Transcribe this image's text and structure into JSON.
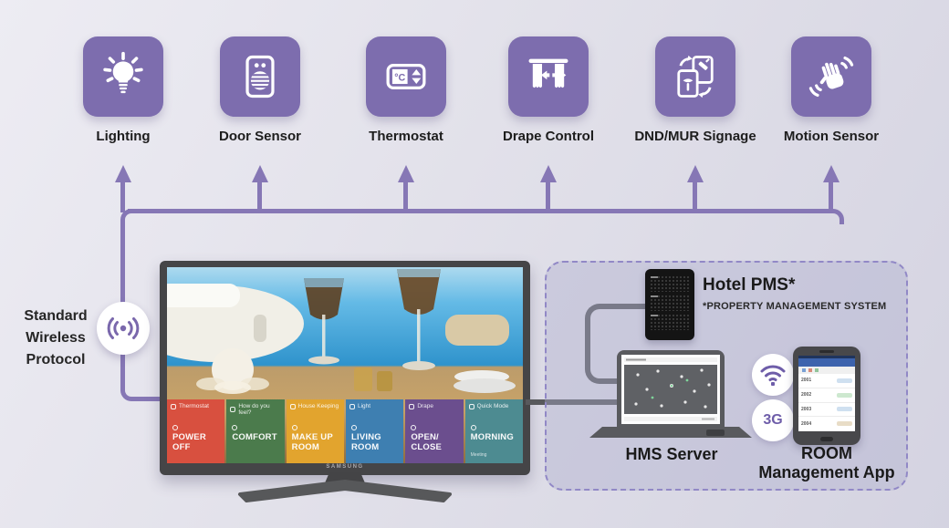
{
  "devices": [
    {
      "id": "lighting",
      "label": "Lighting"
    },
    {
      "id": "door-sensor",
      "label": "Door Sensor"
    },
    {
      "id": "thermostat",
      "label": "Thermostat"
    },
    {
      "id": "drape-control",
      "label": "Drape Control"
    },
    {
      "id": "dnd-mur-signage",
      "label": "DND/MUR Signage"
    },
    {
      "id": "motion-sensor",
      "label": "Motion Sensor"
    }
  ],
  "wireless": {
    "line1": "Standard",
    "line2": "Wireless",
    "line3": "Protocol"
  },
  "tv": {
    "brand": "SAMSUNG",
    "tiles": [
      {
        "header": "Thermostat",
        "main": "POWER OFF",
        "color": "#d8503f"
      },
      {
        "header": "How do you feel?",
        "main": "COMFORT",
        "color": "#4b7b4c"
      },
      {
        "header": "House Keeping",
        "main": "MAKE UP ROOM",
        "color": "#e2a42e"
      },
      {
        "header": "Light",
        "main": "LIVING ROOM",
        "color": "#3e7fb1"
      },
      {
        "header": "Drape",
        "main": "OPEN/ CLOSE",
        "color": "#6b4e8e"
      },
      {
        "header": "Quick Mode",
        "main": "MORNING",
        "subtext": "Meeting",
        "color": "#4d8b91"
      }
    ]
  },
  "pms": {
    "title": "Hotel PMS*",
    "subtitle": "*PROPERTY MANAGEMENT SYSTEM"
  },
  "hms": {
    "label": "HMS Server"
  },
  "app": {
    "label_line1": "ROOM",
    "label_line2": "Management App",
    "badge_3g": "3G",
    "rooms": [
      "2001",
      "2002",
      "2003",
      "2004"
    ]
  },
  "colors": {
    "accent_purple": "#7d6dae",
    "line_purple": "#8677b5",
    "connector_gray": "#58595c",
    "text_dark": "#1d1d1d"
  }
}
